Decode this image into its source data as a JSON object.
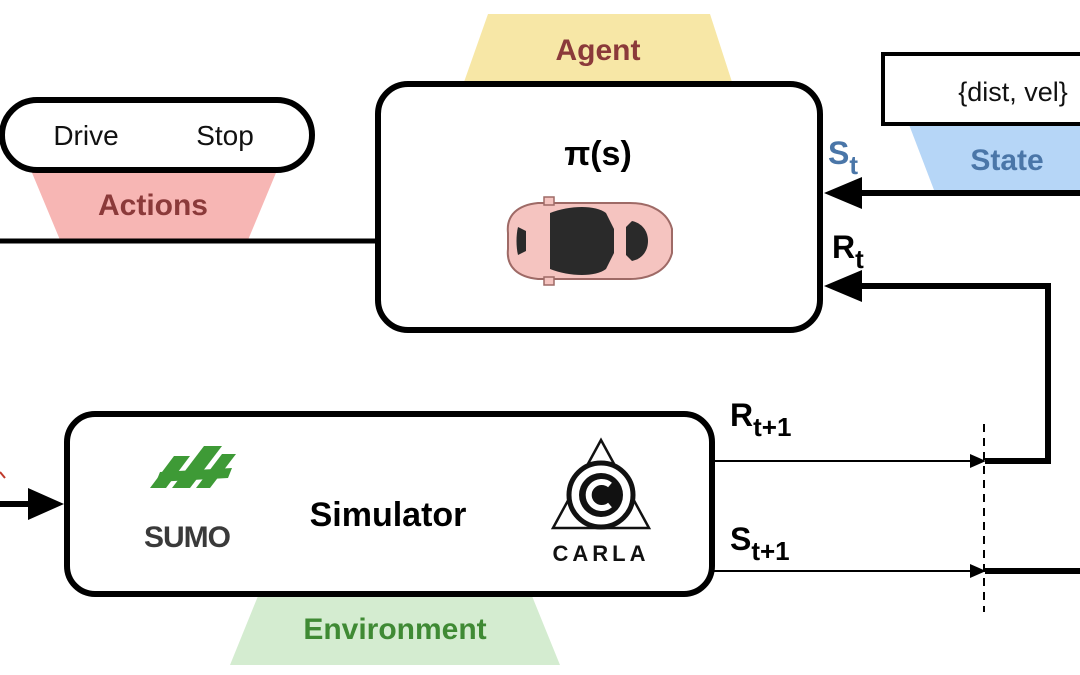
{
  "agent": {
    "tag": "Agent",
    "tag_color": "#f7e7a6",
    "tag_text_color": "#8b3a3a",
    "policy": "π(s)",
    "car_color": "#f5c4c0"
  },
  "actions": {
    "tag": "Actions",
    "tag_color": "#f7b6b4",
    "tag_text_color": "#8b3a3a",
    "options": [
      "Drive",
      "Stop"
    ]
  },
  "state": {
    "tag": "State",
    "tag_color": "#b6d6f7",
    "tag_text_color": "#4a76a8",
    "value": "{dist, vel}"
  },
  "signals": {
    "s_t": "S",
    "s_t_sub": "t",
    "r_t": "R",
    "r_t_sub": "t",
    "r_next": "R",
    "r_next_sub": "t+1",
    "s_next": "S",
    "s_next_sub": "t+1",
    "s_t_color": "#4a76a8"
  },
  "environment": {
    "tag": "Environment",
    "tag_color": "#d4ecd0",
    "tag_text_color": "#3f8a34",
    "simulator_label": "Simulator",
    "sumo_label": "SUMO",
    "sumo_color": "#3e9a36",
    "carla_label": "CARLA"
  }
}
